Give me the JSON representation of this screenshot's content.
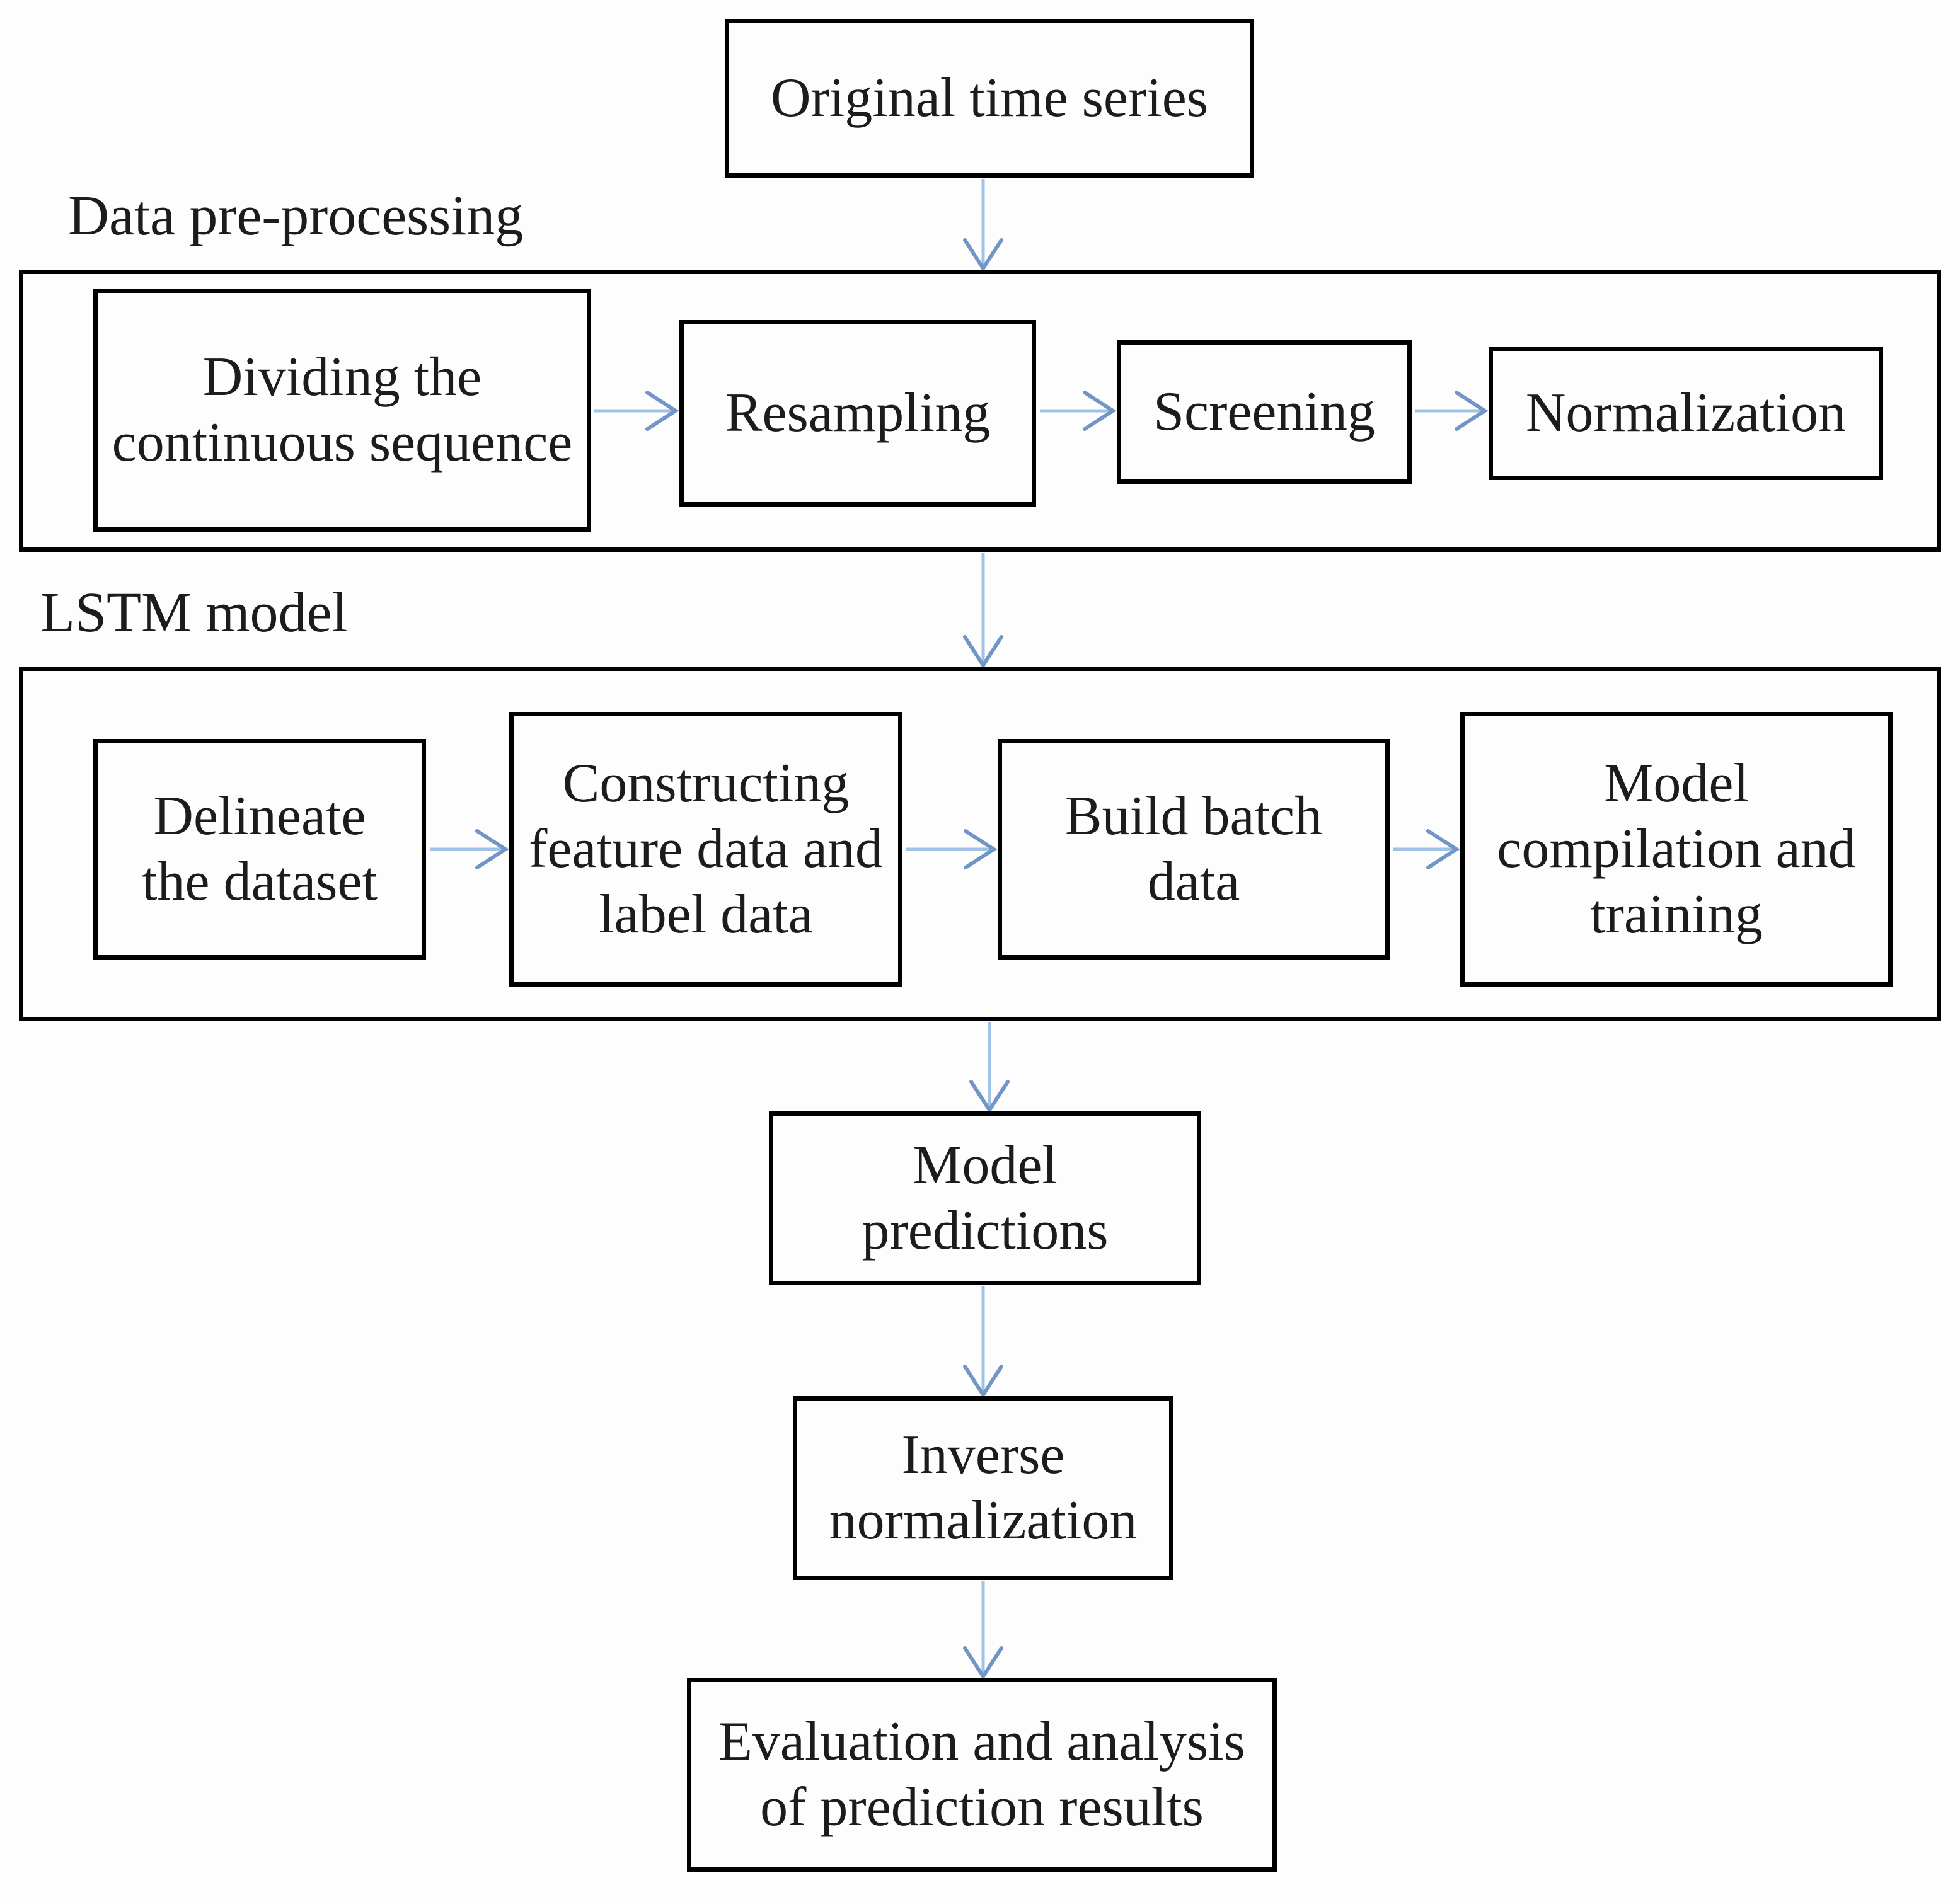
{
  "labels": {
    "preprocessing": "Data pre-processing",
    "lstm": "LSTM model"
  },
  "boxes": {
    "original": {
      "label": "Original time series"
    },
    "dividing": {
      "label": "Dividing the\ncontinuous sequence"
    },
    "resampling": {
      "label": "Resampling"
    },
    "screening": {
      "label": "Screening"
    },
    "normalization": {
      "label": "Normalization"
    },
    "delineate": {
      "label": "Delineate\nthe dataset"
    },
    "constructing": {
      "label": "Constructing\nfeature data and\nlabel data"
    },
    "build_batch": {
      "label": "Build batch\ndata"
    },
    "model_compilation": {
      "label": "Model\ncompilation and\ntraining"
    },
    "predictions": {
      "label": "Model\npredictions"
    },
    "inverse": {
      "label": "Inverse\nnormalization"
    },
    "evaluation": {
      "label": "Evaluation and analysis\nof prediction results"
    }
  },
  "colors": {
    "border": "#000000",
    "text": "#1c1c1c",
    "background": "#fdfdfd",
    "arrow_shaft": "#9fc2e6",
    "arrow_head": "#7195c5"
  }
}
